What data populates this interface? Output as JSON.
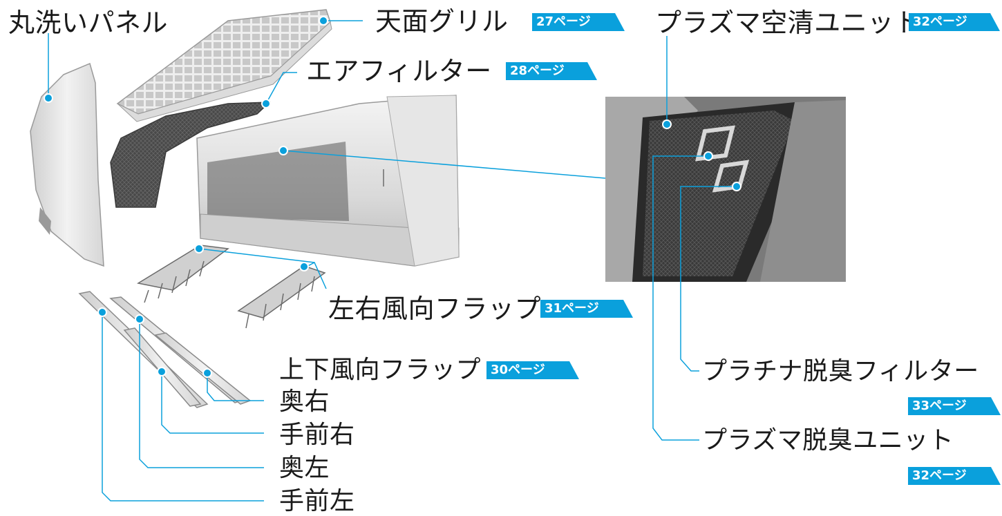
{
  "colors": {
    "accent": "#0aa0dc",
    "text": "#1a1a1a"
  },
  "labels": {
    "panel": "丸洗いパネル",
    "top_grille": "天面グリル",
    "air_filter": "エアフィルター",
    "plasma_unit": "プラズマ空清ユニット",
    "lr_flap": "左右風向フラップ",
    "ud_flap": "上下風向フラップ",
    "back_right": "奥右",
    "front_right": "手前右",
    "back_left": "奥左",
    "front_left": "手前左",
    "platinum_filter": "プラチナ脱臭フィルター",
    "plasma_deodor": "プラズマ脱臭ユニット"
  },
  "pages": {
    "top_grille": "27ページ",
    "air_filter": "28ページ",
    "plasma_unit": "32ページ",
    "lr_flap": "31ページ",
    "ud_flap": "30ページ",
    "platinum_filter": "33ページ",
    "plasma_deodor": "32ページ"
  }
}
